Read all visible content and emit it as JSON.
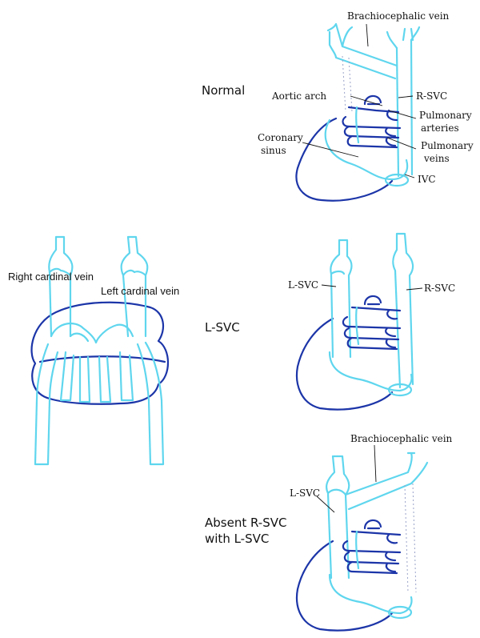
{
  "panels": {
    "normal": {
      "caption": "Normal",
      "labels": {
        "brachiocephalic": "Brachiocephalic vein",
        "rsvc": "R-SVC",
        "aortic_arch": "Aortic arch",
        "pulm_arteries_1": "Pulmonary",
        "pulm_arteries_2": "arteries",
        "coronary_1": "Coronary",
        "coronary_2": "sinus",
        "pulm_veins_1": "Pulmonary",
        "pulm_veins_2": "veins",
        "ivc": "IVC"
      }
    },
    "embryo": {
      "labels": {
        "right_cardinal": "Right cardinal vein",
        "left_cardinal": "Left cardinal vein"
      }
    },
    "lsvc": {
      "caption": "L-SVC",
      "labels": {
        "lsvc": "L-SVC",
        "rsvc": "R-SVC"
      }
    },
    "absent": {
      "caption_line1": "Absent R-SVC",
      "caption_line2": "with L-SVC",
      "labels": {
        "brachiocephalic": "Brachiocephalic vein",
        "lsvc": "L-SVC"
      }
    }
  },
  "colors": {
    "vein": "#5fd6ee",
    "heart_outline": "#1c35a8"
  }
}
